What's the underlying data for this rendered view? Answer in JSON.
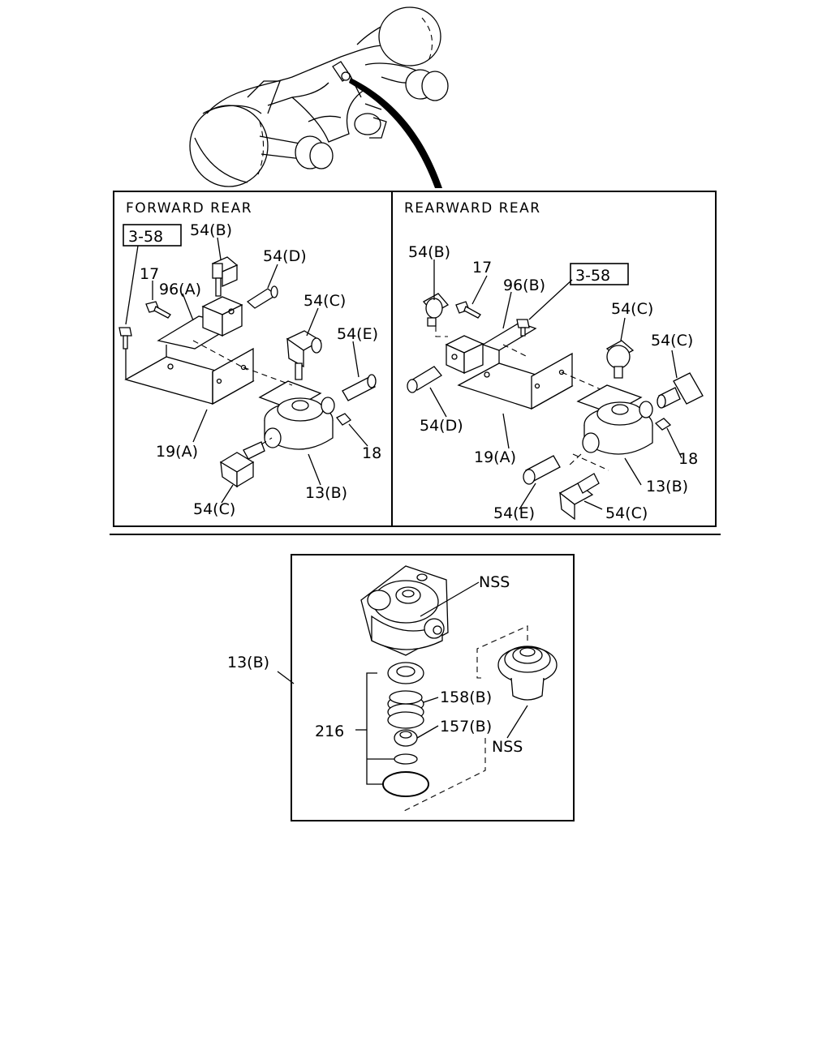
{
  "panels": {
    "forward": {
      "title": "FORWARD REAR",
      "ref_box": "3-58",
      "labels": {
        "a54b": "54(B)",
        "a54d": "54(D)",
        "a17": "17",
        "a96a": "96(A)",
        "a54c_top": "54(C)",
        "a54e": "54(E)",
        "a18": "18",
        "a19a": "19(A)",
        "a13b": "13(B)",
        "a54c_bottom": "54(C)"
      }
    },
    "rearward": {
      "title": "REARWARD REAR",
      "ref_box": "3-58",
      "labels": {
        "b54b": "54(B)",
        "b17": "17",
        "b96b": "96(B)",
        "b54c_top": "54(C)",
        "b54c_right": "54(C)",
        "b54d": "54(D)",
        "b19a": "19(A)",
        "b18": "18",
        "b13b": "13(B)",
        "b54e": "54(E)",
        "b54c_bottom": "54(C)"
      }
    }
  },
  "detail": {
    "parent_label": "13(B)",
    "labels": {
      "nss_top": "NSS",
      "nss_bottom": "NSS",
      "p158b": "158(B)",
      "p157b": "157(B)",
      "p216": "216"
    }
  }
}
